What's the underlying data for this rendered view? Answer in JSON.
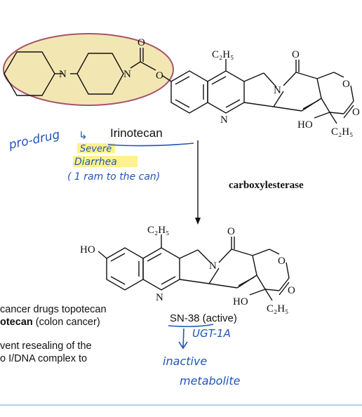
{
  "structures": {
    "top": {
      "atoms": {
        "N1": "N",
        "N2": "N",
        "O_carbonyl": "O",
        "O_ester": "O",
        "C2H5": "C₂H₅",
        "O_top": "O",
        "N_ring": "N",
        "N_pyr": "N",
        "O_lac": "O",
        "O_lac2": "O",
        "HO": "HO",
        "C2H5_b": "C₂H₅"
      }
    },
    "bottom": {
      "atoms": {
        "HO_left": "HO",
        "C2H5": "C₂H₅",
        "O_top": "O",
        "N_ring": "N",
        "N_pyr": "N",
        "O_lac": "O",
        "O_lac2": "O",
        "HO": "HO",
        "C2H5_b": "C₂H₅"
      }
    }
  },
  "labels": {
    "irinotecan": "Irinotecan",
    "enzyme": "carboxylesterase",
    "sn38": "SN-38 (active)"
  },
  "handwritten": {
    "prodrug": "pro-drug",
    "arrow": "↳",
    "severe": "Severe",
    "diarrhea": "Diarrhea",
    "paren_note": "( 1 ram to the can)",
    "ugt": "UGT-1A",
    "inactive": "inactive",
    "metabolite": "metabolite"
  },
  "body_lines": {
    "line1": "cancer drugs topotecan",
    "line2_bold": "otecan",
    "line2_rest": " (colon cancer)",
    "line3": "vent resealing of the",
    "line4": "o I/DNA complex  to"
  },
  "colors": {
    "highlight_fill": "#f2e6b3",
    "highlight_stroke": "#a7546b",
    "yellow_marker": "#fff07a",
    "handwriting": "#1f55b8",
    "divider": "#9bbde6"
  }
}
